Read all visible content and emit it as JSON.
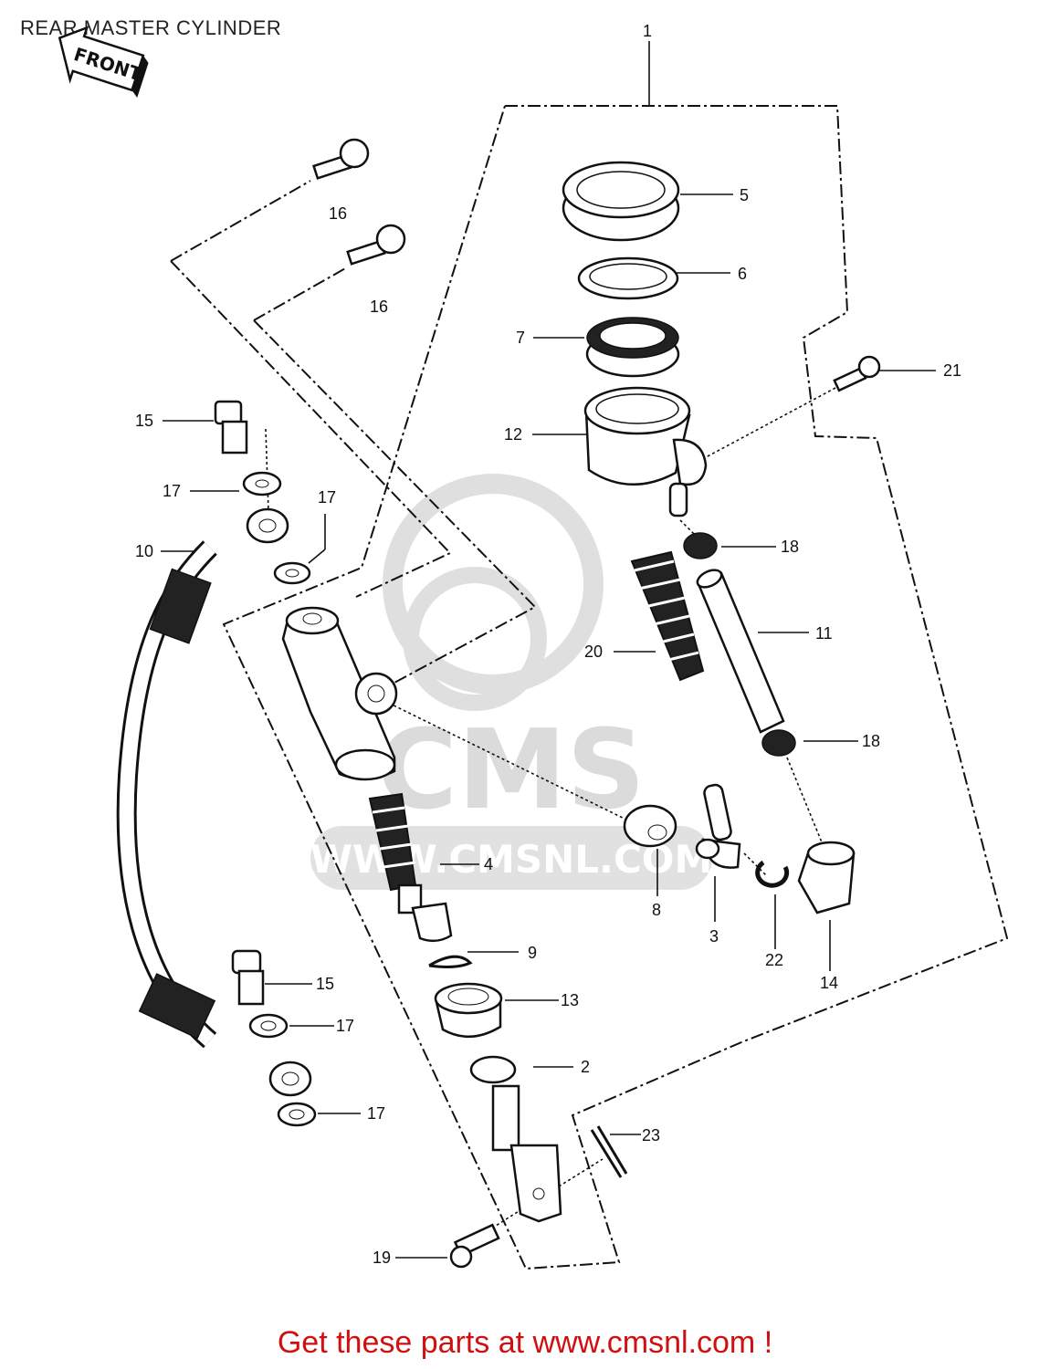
{
  "title": "REAR MASTER CYLINDER",
  "front_arrow_label": "FRONT",
  "footer_text": "Get these parts at www.cmsnl.com !",
  "watermark": {
    "brand": "CMS",
    "url": "WWW.CMSNL.COM"
  },
  "colors": {
    "footer": "#d01010",
    "line": "#111111",
    "watermark": "#d8d8d8"
  },
  "callouts": [
    {
      "n": "1"
    },
    {
      "n": "5"
    },
    {
      "n": "6"
    },
    {
      "n": "7"
    },
    {
      "n": "21"
    },
    {
      "n": "12"
    },
    {
      "n": "16"
    },
    {
      "n": "16"
    },
    {
      "n": "15"
    },
    {
      "n": "17"
    },
    {
      "n": "17"
    },
    {
      "n": "10"
    },
    {
      "n": "18"
    },
    {
      "n": "11"
    },
    {
      "n": "20"
    },
    {
      "n": "18"
    },
    {
      "n": "4"
    },
    {
      "n": "8"
    },
    {
      "n": "3"
    },
    {
      "n": "22"
    },
    {
      "n": "14"
    },
    {
      "n": "9"
    },
    {
      "n": "13"
    },
    {
      "n": "15"
    },
    {
      "n": "17"
    },
    {
      "n": "2"
    },
    {
      "n": "17"
    },
    {
      "n": "23"
    },
    {
      "n": "19"
    }
  ]
}
